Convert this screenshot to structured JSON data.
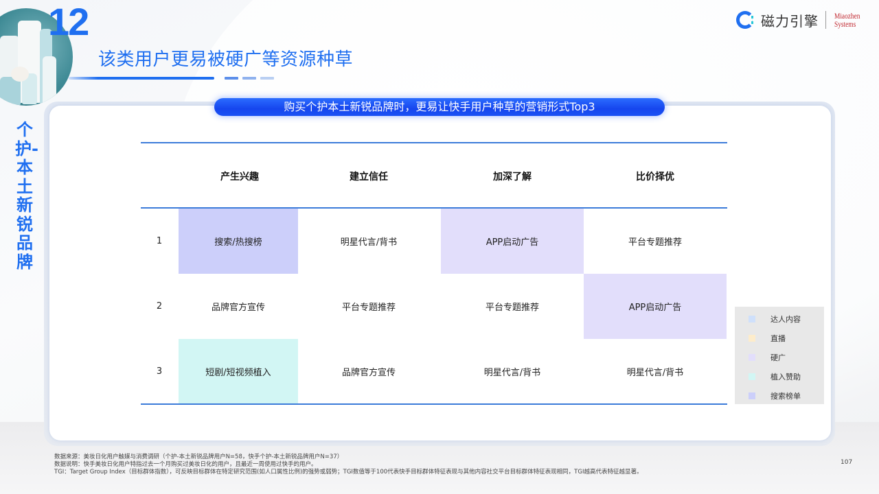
{
  "header": {
    "page_number": "12",
    "title": "该类用户更易被硬广等资源种草",
    "logo_cn": "磁力引擎",
    "logo_en_line1": "Miaozhen",
    "logo_en_line2": "Systems"
  },
  "side_label": "个护-本土新锐品牌",
  "card": {
    "subtitle": "购买个护本土新锐品牌时，更易让快手用户种草的营销形式Top3"
  },
  "table": {
    "columns": [
      "产生兴趣",
      "建立信任",
      "加深了解",
      "比价择优"
    ],
    "rows": [
      {
        "rank": "1",
        "cells": [
          {
            "text": "搜索/热搜榜",
            "category": "搜索榜单"
          },
          {
            "text": "明星代言/背书",
            "category": null
          },
          {
            "text": "APP启动广告",
            "category": "硬广"
          },
          {
            "text": "平台专题推荐",
            "category": null
          }
        ]
      },
      {
        "rank": "2",
        "cells": [
          {
            "text": "品牌官方宣传",
            "category": null
          },
          {
            "text": "平台专题推荐",
            "category": null
          },
          {
            "text": "平台专题推荐",
            "category": null
          },
          {
            "text": "APP启动广告",
            "category": "硬广"
          }
        ]
      },
      {
        "rank": "3",
        "cells": [
          {
            "text": "短剧/短视频植入",
            "category": "植入赞助"
          },
          {
            "text": "品牌官方宣传",
            "category": null
          },
          {
            "text": "明星代言/背书",
            "category": null
          },
          {
            "text": "明星代言/背书",
            "category": null
          }
        ]
      }
    ]
  },
  "legend": {
    "items": [
      {
        "label": "达人内容",
        "color": "#cfe0fb"
      },
      {
        "label": "直播",
        "color": "#fdeccb"
      },
      {
        "label": "硬广",
        "color": "#e2defb"
      },
      {
        "label": "植入赞助",
        "color": "#d2f6f4"
      },
      {
        "label": "搜索榜单",
        "color": "#cccffa"
      }
    ]
  },
  "colors": {
    "accent": "#1f6ff0",
    "table_rule": "#3b7bd9",
    "highlight_search": "#cccffa",
    "highlight_hard_ad": "#e2defb",
    "highlight_placement": "#d2f6f4"
  },
  "footer": {
    "source": "数据来源：美妆日化用户触媒与消费调研（个护-本土新锐品牌用户N=58，快手个护-本土新锐品牌用户N=37）",
    "note": "数据说明：快手美妆日化用户特指过去一个月购买过美妆日化的用户，且最近一周使用过快手的用户。",
    "tgi": "TGI：Target Group Index（目标群体指数），可反映目标群体在特定研究范围(如人口属性比例)的强势或弱势；TGI数值等于100代表快手目标群体特征表现与其他内容社交平台目标群体特征表现相同，TGI越高代表特征越显著。",
    "slide_number": "107"
  }
}
